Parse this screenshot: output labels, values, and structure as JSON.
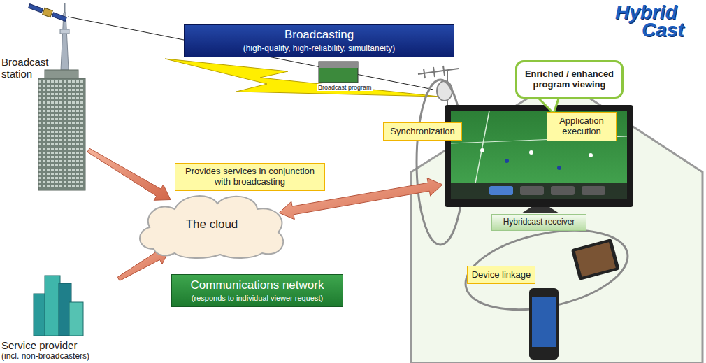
{
  "diagram": {
    "nodes": [
      {
        "text": [
          "Broadcasting",
          "(high-quality, high-reliability, simultaneity)"
        ]
      },
      {
        "text": [
          "Broadcast station"
        ]
      },
      {
        "text": [
          "Service provider",
          "(incl. non-broadcasters)"
        ]
      },
      {
        "text": [
          "The cloud"
        ]
      },
      {
        "text": [
          "Provides services in conjunction with broadcasting"
        ]
      },
      {
        "text": [
          "Communications network",
          "(responds to individual viewer request)"
        ]
      },
      {
        "text": [
          "Enriched / enhanced program viewing"
        ]
      },
      {
        "text": [
          "Hybridcast receiver"
        ]
      },
      {
        "text": [
          "Synchronization"
        ]
      },
      {
        "text": [
          "Application execution"
        ],
        "in": 7
      },
      {
        "text": [
          "Device linkage"
        ]
      }
    ],
    "edges": [
      {
        "from": 1,
        "to": 3,
        "arrow": "to"
      },
      {
        "from": 2,
        "to": 3,
        "arrow": "to"
      },
      {
        "from": 3,
        "to": 7,
        "arrow": "both"
      }
    ],
    "labels": [
      "Hybrid",
      "Cast",
      "Broadcast program"
    ]
  }
}
